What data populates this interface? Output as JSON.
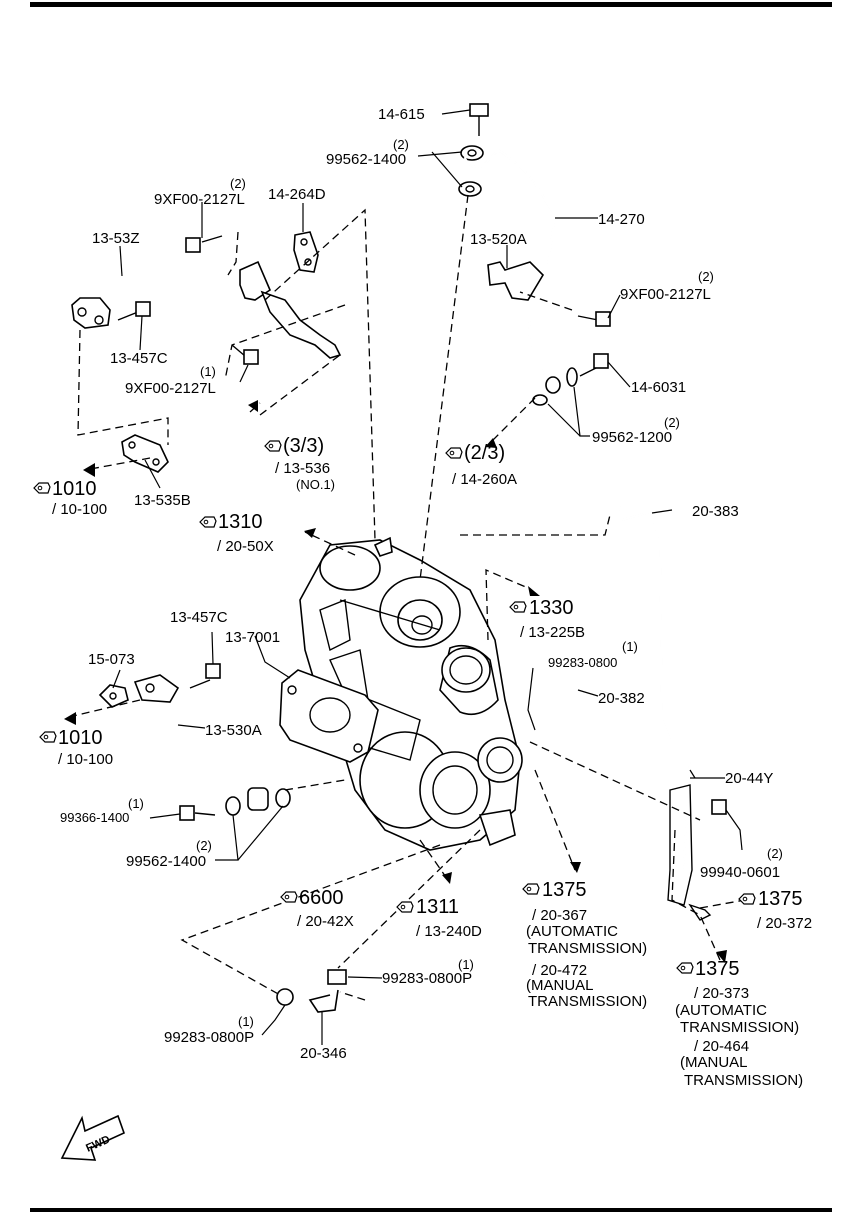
{
  "labels": {
    "l_14615": "14-615",
    "l_99562a_q": "(2)",
    "l_99562a": "99562-1400",
    "l_14270": "14-270",
    "l_9xf_top_q": "(2)",
    "l_9xf_top": "9XF00-2127L",
    "l_14264d": "14-264D",
    "l_1353z": "13-53Z",
    "l_13520a": "13-520A",
    "l_9xf_r_q": "(2)",
    "l_9xf_r": "9XF00-2127L",
    "l_13457c_a": "13-457C",
    "l_9xf_b_q": "(1)",
    "l_9xf_b": "9XF00-2127L",
    "l_146031": "14-6031",
    "l_99562b_q": "(2)",
    "l_99562b": "99562-1200",
    "l_33": "(3/3)",
    "l_13536": "/ 13-536",
    "l_no1": "(NO.1)",
    "l_23": "(2/3)",
    "l_14260a": "/ 14-260A",
    "l_1010a": "1010",
    "l_10100a": "/ 10-100",
    "l_13535b": "13-535B",
    "l_1310": "1310",
    "l_2050x": "/ 20-50X",
    "l_20383": "20-383",
    "l_1330": "1330",
    "l_13225b": "/ 13-225B",
    "l_13457c_b": "13-457C",
    "l_137001": "13-7001",
    "l_15073": "15-073",
    "l_99283a_q": "(1)",
    "l_99283a": "99283-0800",
    "l_20382": "20-382",
    "l_13530a": "13-530A",
    "l_1010b": "1010",
    "l_10100b": "/ 10-100",
    "l_2044y": "20-44Y",
    "l_99366_q": "(1)",
    "l_99366": "99366-1400",
    "l_99562c_q": "(2)",
    "l_99562c": "99562-1400",
    "l_99940_q": "(2)",
    "l_99940": "99940-0601",
    "l_1375a": "1375",
    "l_20367": "/ 20-367",
    "l_auto1": "(AUTOMATIC",
    "l_trans1": "TRANSMISSION)",
    "l_20472": "/ 20-472",
    "l_man1": "(MANUAL",
    "l_trans2": "TRANSMISSION)",
    "l_1375b": "1375",
    "l_20372": "/ 20-372",
    "l_6600": "6600",
    "l_2042x": "/ 20-42X",
    "l_1311": "1311",
    "l_13240d": "/ 13-240D",
    "l_1375c": "1375",
    "l_20373": "/ 20-373",
    "l_auto2": "(AUTOMATIC",
    "l_trans3": "TRANSMISSION)",
    "l_20464": "/ 20-464",
    "l_man2": "(MANUAL",
    "l_trans4": "TRANSMISSION)",
    "l_99283b_q": "(1)",
    "l_99283b": "99283-0800P",
    "l_99283c_q": "(1)",
    "l_99283c": "99283-0800P",
    "l_20346": "20-346",
    "l_fwd": "FWD"
  }
}
